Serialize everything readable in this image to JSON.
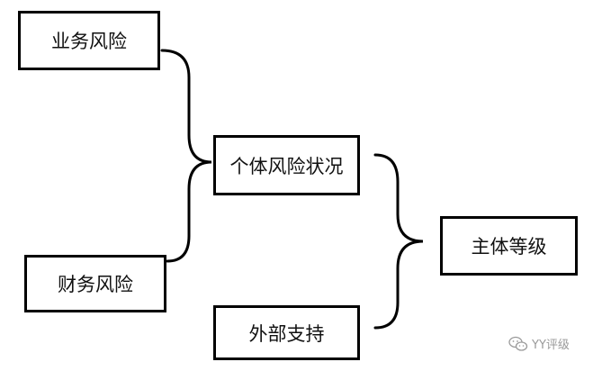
{
  "nodes": {
    "business_risk": "业务风险",
    "financial_risk": "财务风险",
    "individual_risk": "个体风险状况",
    "external_support": "外部支持",
    "subject_rating": "主体等级"
  },
  "watermark": {
    "text": "YY评级",
    "icon": "wechat-icon"
  },
  "colors": {
    "border": "#000000",
    "text": "#111111",
    "watermark": "#9a9a9a"
  }
}
